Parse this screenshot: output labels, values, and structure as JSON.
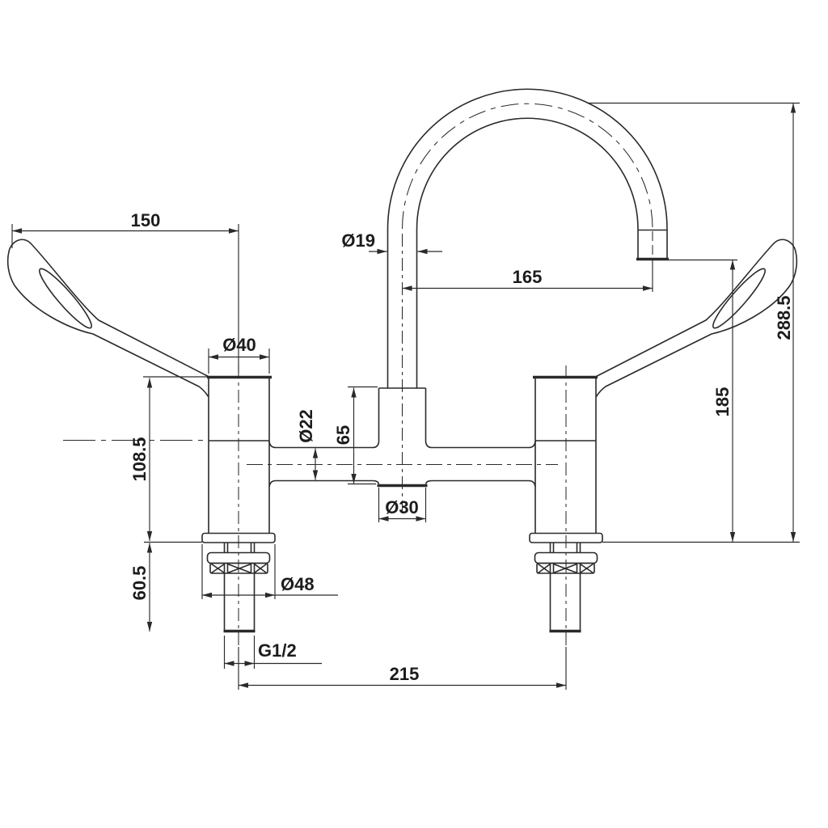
{
  "drawing": {
    "colors": {
      "line": "#2a2a2a",
      "text": "#1c1c1c",
      "background": "#ffffff"
    },
    "dims": {
      "handle_length": "150",
      "spout_tube_diameter": "Ø19",
      "spout_reach": "165",
      "overall_height": "288.5",
      "spout_outlet_height": "185",
      "body_diameter": "Ø40",
      "bridge_tube_diameter": "Ø22",
      "center_body_height": "65",
      "deck_to_body_top": "108.5",
      "center_body_diameter": "Ø30",
      "under_deck_length": "60.5",
      "flange_diameter": "Ø48",
      "inlet_thread": "G1/2",
      "tap_hole_centres": "215"
    }
  }
}
